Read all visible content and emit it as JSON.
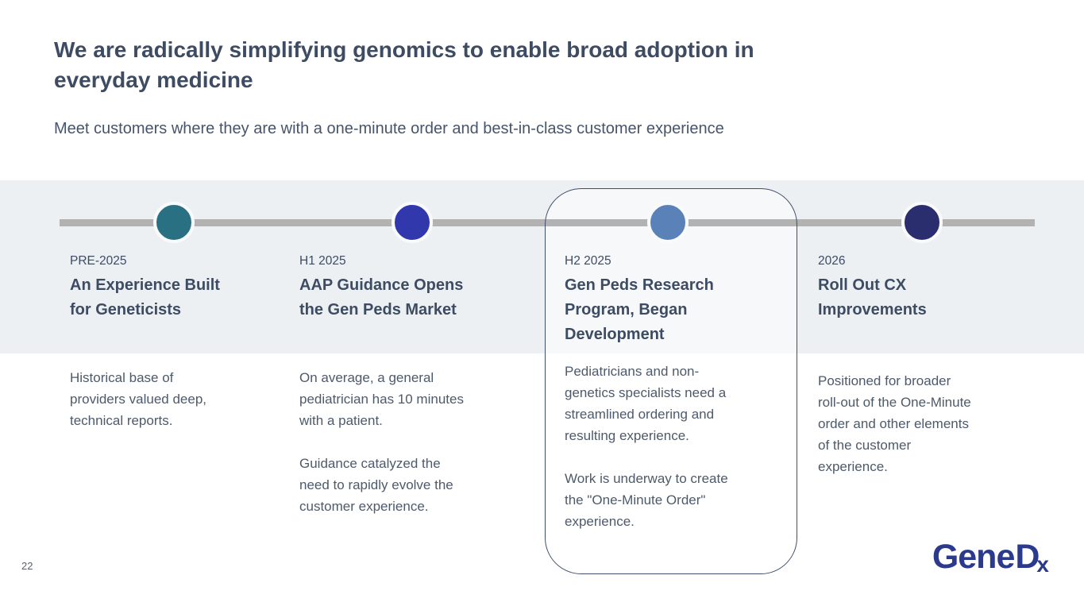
{
  "slide": {
    "title": "We are radically simplifying genomics to enable broad adoption in\neveryday medicine",
    "subtitle": "Meet customers where they are with a one-minute order and best-in-class customer experience",
    "page_number": "22",
    "logo": {
      "text_main": "Gene",
      "text_d": "D",
      "text_x": "x"
    }
  },
  "colors": {
    "title_text": "#3d4c63",
    "body_text": "#4d5a6b",
    "band_background": "#edf0f3",
    "timeline_line": "#b2b2b2",
    "highlight_border": "#3e4e6b",
    "logo_blue": "#2c3a8d"
  },
  "timeline": {
    "milestones": [
      {
        "date": "PRE-2025",
        "title": "An Experience Built\nfor Geneticists",
        "dot_color": "#2a7083",
        "highlighted": false,
        "paragraphs": [
          "Historical base of\nproviders valued deep,\ntechnical reports."
        ]
      },
      {
        "date": "H1 2025",
        "title": "AAP Guidance Opens\nthe Gen Peds Market",
        "dot_color": "#3038ac",
        "highlighted": false,
        "paragraphs": [
          "On average, a general\npediatrician has 10 minutes\nwith a patient.",
          "Guidance catalyzed the\nneed to rapidly evolve the\ncustomer experience."
        ]
      },
      {
        "date": "H2 2025",
        "title": "Gen Peds Research\nProgram, Began\nDevelopment",
        "dot_color": "#5b82b8",
        "highlighted": true,
        "paragraphs": [
          "Pediatricians and non-\ngenetics specialists need a\nstreamlined ordering and\nresulting experience.",
          "Work is underway to create\nthe \"One-Minute Order\"\nexperience."
        ]
      },
      {
        "date": "2026",
        "title": "Roll Out CX\nImprovements",
        "dot_color": "#2a2d6e",
        "highlighted": false,
        "paragraphs": [
          "Positioned for broader\nroll-out of the One-Minute\norder and other elements\nof the customer\nexperience."
        ]
      }
    ]
  }
}
